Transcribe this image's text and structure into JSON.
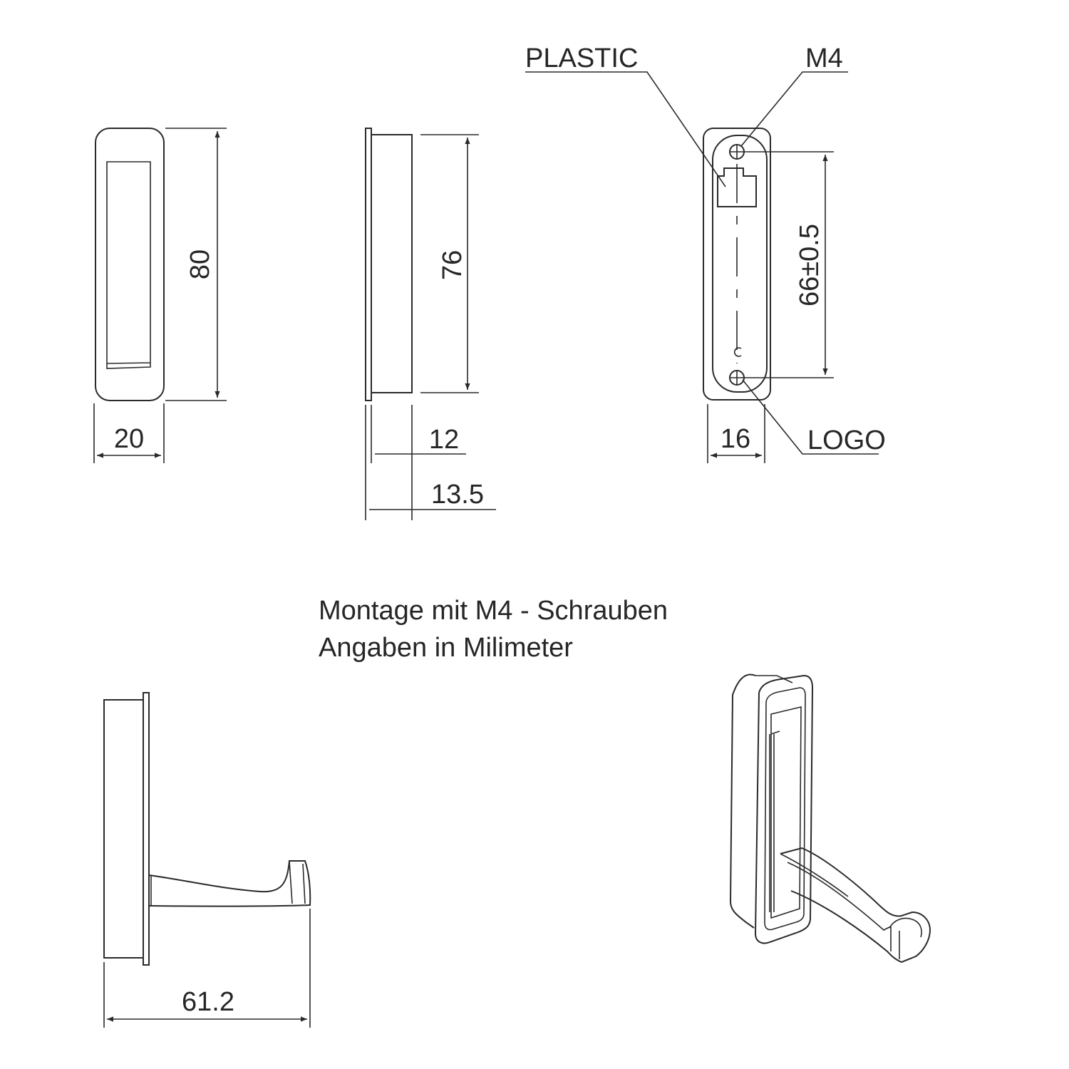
{
  "dimensions": {
    "front_width": "20",
    "front_height": "80",
    "side_height": "76",
    "side_depth_inner": "12",
    "side_depth_total": "13.5",
    "back_width": "16",
    "hole_spacing": "66±0.5",
    "hook_projection": "61.2"
  },
  "callouts": {
    "plastic": "PLASTIC",
    "m4": "M4",
    "logo": "LOGO"
  },
  "notes": {
    "mounting": "Montage mit M4 - Schrauben",
    "units": "Angaben in Milimeter"
  },
  "colors": {
    "line": "#2a2a2a",
    "background": "#ffffff"
  }
}
